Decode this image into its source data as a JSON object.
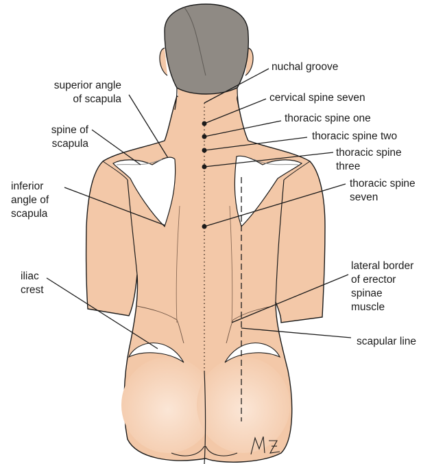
{
  "colors": {
    "skin": "#f3c8a8",
    "skin_shade": "#e9b593",
    "hair": "#8f8a84",
    "outline": "#1a1a1a",
    "scapula": "#ffffff"
  },
  "labels": {
    "nuchal_groove": "nuchal groove",
    "superior_angle_line1": "superior angle",
    "superior_angle_line2": "of scapula",
    "cervical_spine_seven": "cervical spine seven",
    "thoracic_spine_one": "thoracic spine one",
    "spine_of_scapula_line1": "spine of",
    "spine_of_scapula_line2": "scapula",
    "thoracic_spine_two": "thoracic spine two",
    "thoracic_spine_three_line1": "thoracic spine",
    "thoracic_spine_three_line2": "three",
    "inferior_angle_line1": "inferior",
    "inferior_angle_line2": "angle of",
    "inferior_angle_line3": "scapula",
    "thoracic_spine_seven_line1": "thoracic spine",
    "thoracic_spine_seven_line2": "seven",
    "iliac_crest_line1": "iliac",
    "iliac_crest_line2": "crest",
    "lateral_border_line1": "lateral border",
    "lateral_border_line2": "of erector",
    "lateral_border_line3": "spinae",
    "lateral_border_line4": "muscle",
    "scapular_line": "scapular line"
  },
  "signature": "M.Z."
}
